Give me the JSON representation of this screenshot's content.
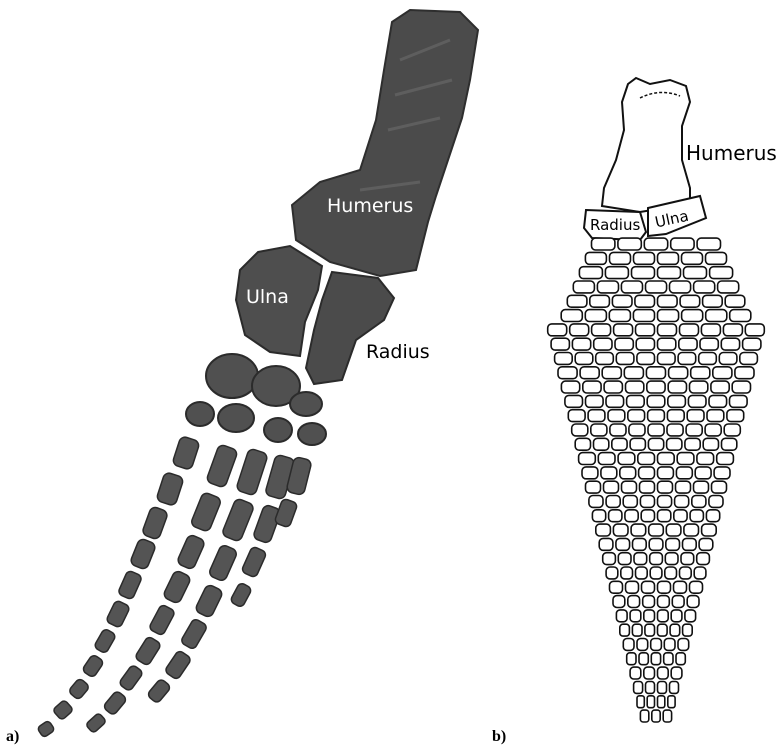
{
  "panels": {
    "a": {
      "letter": "a)",
      "labels": {
        "humerus": "Humerus",
        "ulna": "Ulna",
        "radius": "Radius"
      },
      "bone_color": "#4a4a4a",
      "label_color": "#ffffff"
    },
    "b": {
      "letter": "b)",
      "labels": {
        "humerus": "Humerus",
        "radius": "Radius",
        "ulna": "Ulna"
      },
      "outline_color": "#111111",
      "fill_color": "#ffffff"
    }
  }
}
